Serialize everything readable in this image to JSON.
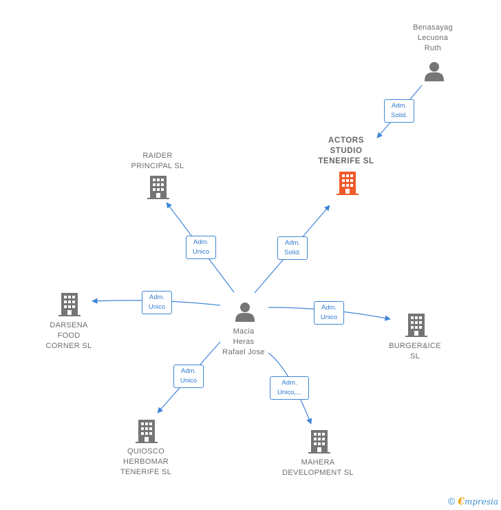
{
  "colors": {
    "edge": "#3f86d6",
    "node_gray": "#757575",
    "node_highlight": "#f05a2a"
  },
  "nodes": {
    "benasayag": {
      "label": "Benasayag\nLecuona\nRuth",
      "type": "person"
    },
    "actors": {
      "label": "ACTORS\nSTUDIO\nTENERIFE  SL",
      "type": "company",
      "highlight": true
    },
    "raider": {
      "label": "RAIDER\nPRINCIPAL SL",
      "type": "company"
    },
    "macia": {
      "label": "Macia\nHeras\nRafael Jose",
      "type": "person"
    },
    "darsena": {
      "label": "DARSENA\nFOOD\nCORNER  SL",
      "type": "company"
    },
    "burger": {
      "label": "BURGER&ICE\nSL",
      "type": "company"
    },
    "quiosco": {
      "label": "QUIOSCO\nHERBOMAR\nTENERIFE SL",
      "type": "company"
    },
    "mahera": {
      "label": "MAHERA\nDEVELOPMENT SL",
      "type": "company"
    }
  },
  "edges": {
    "benasayag_actors": "Adm.\nSolid.",
    "macia_actors": "Adm.\nSolid.",
    "macia_raider": "Adm.\nUnico",
    "macia_darsena": "Adm.\nUnico",
    "macia_burger": "Adm.\nUnico",
    "macia_quiosco": "Adm.\nUnico",
    "macia_mahera": "Adm.\nUnico,..."
  },
  "footer": {
    "copyright": "©",
    "brand_initial": "€",
    "brand_rest": "mpresia"
  }
}
